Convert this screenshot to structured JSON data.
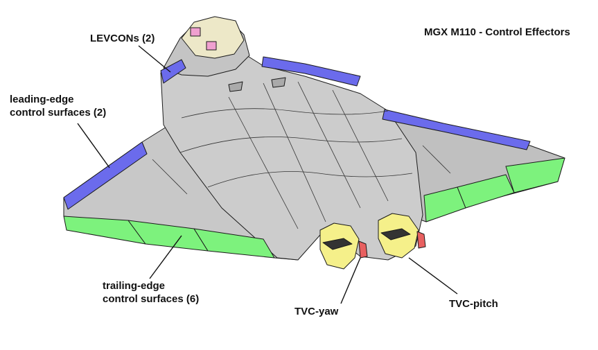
{
  "title": "MGX M110 - Control Effectors",
  "labels": {
    "levcons": "LEVCONs (2)",
    "leading_edge": [
      "leading-edge",
      "control surfaces (2)"
    ],
    "trailing_edge": [
      "trailing-edge",
      "control surfaces (6)"
    ],
    "tvc_yaw": "TVC-yaw",
    "tvc_pitch": "TVC-pitch"
  },
  "colors": {
    "body": "#c8c8c8",
    "body_dark": "#a9a9a9",
    "levcon": "#6b6bec",
    "leading_edge": "#6b6bec",
    "trailing_edge": "#7df27d",
    "nozzle": "#f5f08a",
    "nozzle_red": "#e86060",
    "canopy": "#ede8c8",
    "inlet_pink": "#f0a0d0",
    "outline": "#1a1a1a"
  }
}
